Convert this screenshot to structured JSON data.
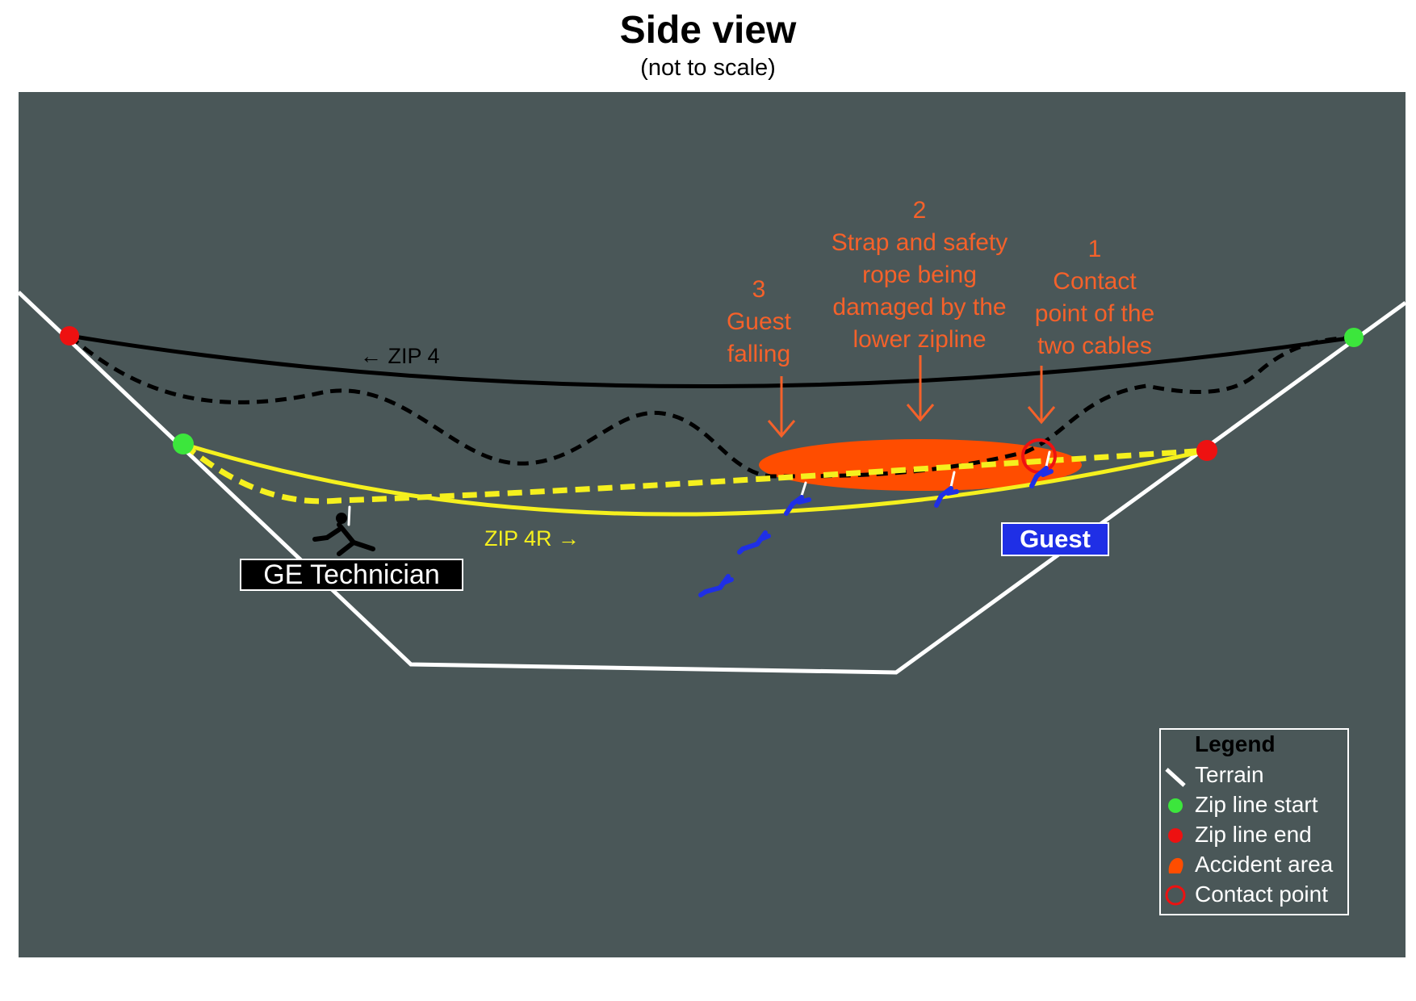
{
  "header": {
    "title": "Side view",
    "subtitle": "(not to scale)"
  },
  "lines": {
    "zip4_label": "← ZIP 4",
    "zip4r_label": "ZIP 4R →"
  },
  "annotations": [
    {
      "number": "1",
      "text": [
        "Contact",
        "point of the",
        "two cables"
      ]
    },
    {
      "number": "2",
      "text": [
        "Strap and safety",
        "rope being",
        "damaged by the",
        "lower zipline"
      ]
    },
    {
      "number": "3",
      "text": [
        "Guest",
        "falling"
      ]
    }
  ],
  "labels": {
    "technician": "GE Technician",
    "guest": "Guest"
  },
  "legend": {
    "title": "Legend",
    "items": [
      {
        "label": "Terrain",
        "symbol": "terrain-line"
      },
      {
        "label": "Zip line start",
        "symbol": "green-dot"
      },
      {
        "label": "Zip line end",
        "symbol": "red-dot"
      },
      {
        "label": "Accident area",
        "symbol": "orange-blob"
      },
      {
        "label": "Contact point",
        "symbol": "red-circle"
      }
    ]
  },
  "colors": {
    "background": "#4a5758",
    "terrain": "#ffffff",
    "zip4": "#000000",
    "zip4r": "#f5f01e",
    "annotation": "#f5612a",
    "accident_area": "#ff4d00",
    "start": "#3ce63c",
    "end": "#ee1111",
    "guest": "#1f2fe6"
  }
}
